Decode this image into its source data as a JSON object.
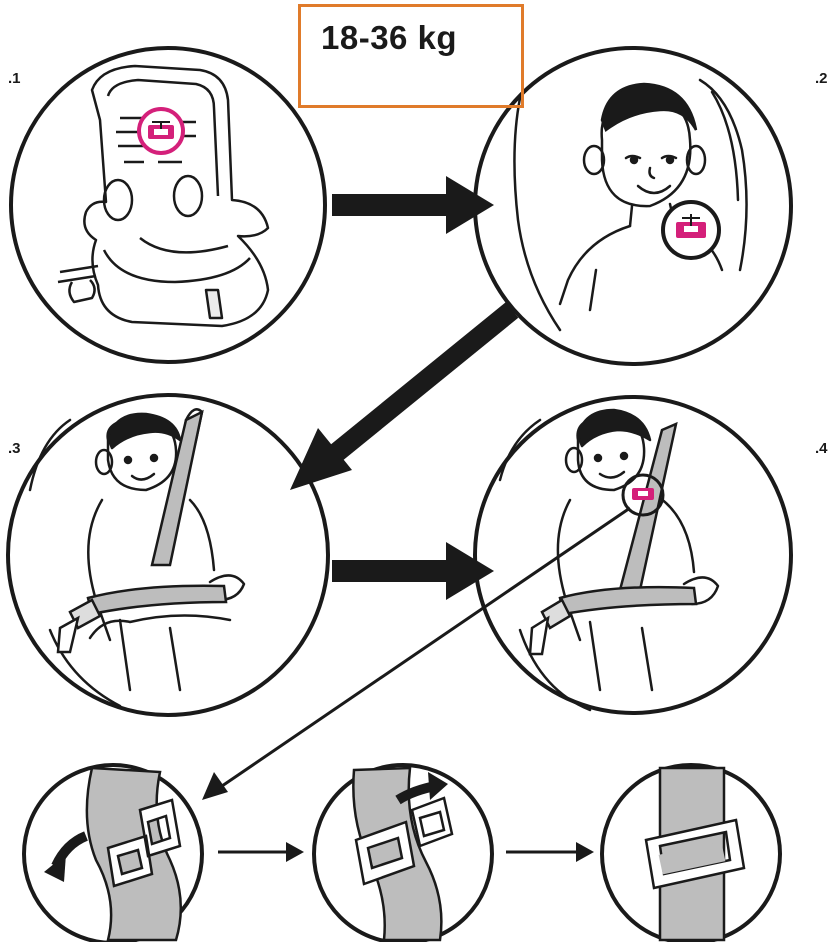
{
  "weight_range": "18-36 kg",
  "steps": [
    {
      "number": ".1",
      "content": "booster-seat-with-belt-clip"
    },
    {
      "number": ".2",
      "content": "child-with-belt-clip-magnified"
    },
    {
      "number": ".3",
      "content": "child-seated-fastening-belt"
    },
    {
      "number": ".4",
      "content": "child-with-belt-clip-at-shoulder"
    }
  ],
  "clip_sequence": [
    "clip-open-belt-folded",
    "belt-threaded-into-clip",
    "clip-closed-on-belt"
  ],
  "colors": {
    "line": "#1a1a1a",
    "belt": "#bdbdbd",
    "clip_accent": "#d4207a",
    "frame": "#e07b2a"
  }
}
